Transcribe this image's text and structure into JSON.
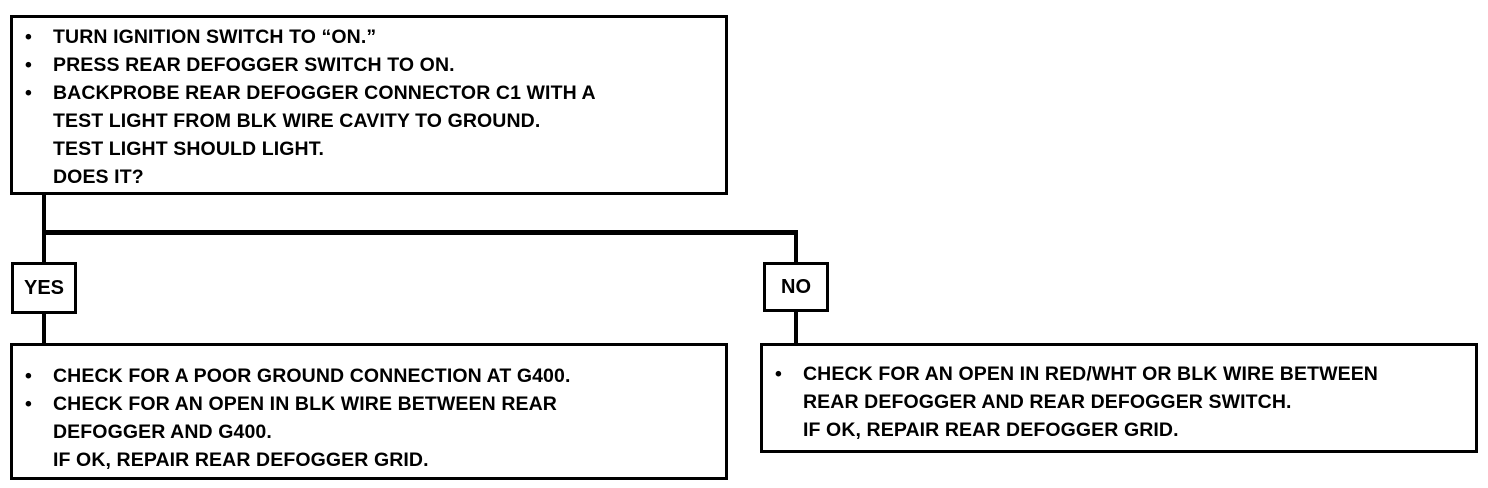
{
  "question_box": {
    "items": [
      [
        "TURN IGNITION SWITCH TO “ON.”"
      ],
      [
        "PRESS REAR DEFOGGER SWITCH TO ON."
      ],
      [
        "BACKPROBE REAR DEFOGGER CONNECTOR C1 WITH A",
        "TEST LIGHT FROM BLK WIRE CAVITY TO GROUND.",
        "TEST LIGHT SHOULD LIGHT.",
        "DOES IT?"
      ]
    ]
  },
  "yes_label": "YES",
  "no_label": "NO",
  "yes_box": {
    "items": [
      [
        "CHECK FOR A POOR GROUND CONNECTION AT G400."
      ],
      [
        "CHECK FOR AN OPEN IN BLK WIRE BETWEEN REAR",
        "DEFOGGER AND G400.",
        "IF OK, REPAIR REAR DEFOGGER GRID."
      ]
    ]
  },
  "no_box": {
    "items": [
      [
        "CHECK FOR AN OPEN IN RED/WHT OR BLK WIRE BETWEEN",
        "REAR DEFOGGER AND REAR DEFOGGER SWITCH.",
        "IF OK, REPAIR REAR DEFOGGER GRID."
      ]
    ]
  },
  "bullet": "•"
}
